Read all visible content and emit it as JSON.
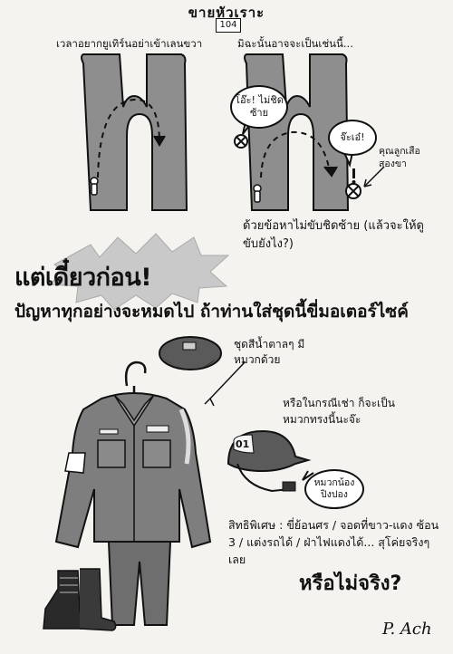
{
  "header": {
    "title": "ขายหัวเราะ",
    "issue_number": "104"
  },
  "panel_left": {
    "caption": "เวลาอยากยูเทิร์นอย่าเข้าเลนขวา"
  },
  "panel_right": {
    "caption": "มิฉะนั้นอาจจะเป็นเช่นนี้...",
    "bubble_oh": "โอ๊ะ! ไม่ชิดซ้าย",
    "bubble_caught": "จ๊ะเอ๋!",
    "police_label": "คุณลูกเสือ สองขา",
    "bottom_caption": "ด้วยข้อหาไม่ขับชิดซ้าย (แล้วจะให้ดูขับยังไง?)"
  },
  "headline": "แต่เดี๋ยวก่อน!",
  "subheadline": "ปัญหาทุกอย่างจะหมดไป ถ้าท่านใส่ชุดนี้ขี่มอเตอร์ไซค์",
  "uniform_note": "ชุดสีน้ำตาลๆ มีหมวกด้วย",
  "rent_note": "หรือในกรณีเช่า ก็จะเป็นหมวกทรงนี้นะจ๊ะ",
  "cap_bubble": "หมวกน้อง ปิงปอง",
  "cap_number": "01",
  "privileges": "สิทธิพิเศษ : ขี่ย้อนศร / จอดที่ขาว-แดง ซ้อน 3 / แต่งรถได้ / ฝ่าไฟแดงได้... สุโค่ยจริงๆ เลย",
  "punchline": "หรือไม่จริง?",
  "signature": "P. Ach"
}
